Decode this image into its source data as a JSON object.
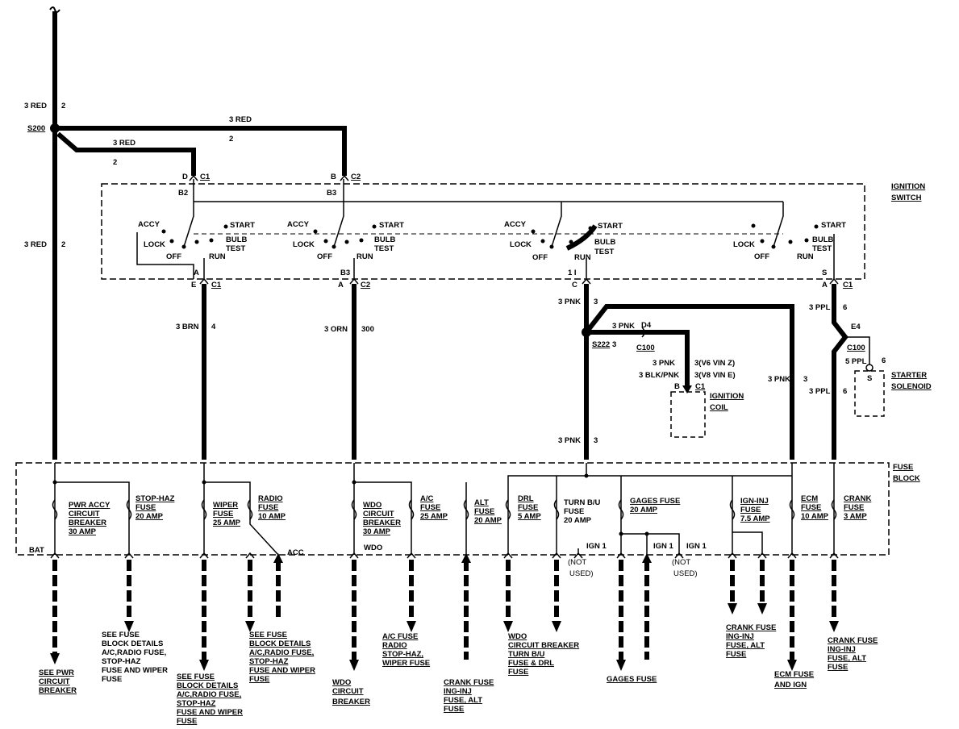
{
  "wire_labels": {
    "red_top": "3 RED",
    "red_top_num": "2",
    "s200": "S200",
    "red_h1": "3 RED",
    "red_h1_num": "2",
    "red_h2": "3 RED",
    "red_h2_num": "2",
    "red_mid": "3 RED",
    "red_mid_num": "2",
    "brn": "3 BRN",
    "brn_num": "4",
    "orn": "3 ORN",
    "orn_num": "300",
    "pnk1": "3 PNK",
    "pnk1_num": "3",
    "pnk_d4": "3 PNK",
    "d4": "D4",
    "c100a": "C100",
    "s222": "S222",
    "s222_num": "3",
    "pnk_coil": "3 PNK",
    "coil_num1": "3(V6 VIN Z)",
    "blkpnk": "3 BLK/PNK",
    "coil_num2": "3(V8 VIN E)",
    "pnk_ecm": "3 PNK",
    "pnk_ecm_num": "3",
    "pnk_low": "3 PNK",
    "pnk_low_num": "3",
    "ppl1": "3 PPL",
    "ppl1_num": "6",
    "e4": "E4",
    "c100b": "C100",
    "ppl5": "5 PPL",
    "ppl5_num": "6",
    "ppl2": "3 PPL",
    "ppl2_num": "6"
  },
  "connectors": {
    "d": "D",
    "c1a": "C1",
    "b": "B",
    "c2a": "C2",
    "b2": "B2",
    "b3": "B3",
    "a1": "A",
    "e": "E",
    "c1b": "C1",
    "b3b": "B3",
    "a2": "A",
    "c2b": "C2",
    "one_i": "1 I",
    "c": "C",
    "s": "S",
    "a3": "A",
    "c1c": "C1",
    "b_coil": "B",
    "c1_coil": "C1",
    "s_sol": "S"
  },
  "ignition_switch": {
    "title": [
      "IGNITION",
      "SWITCH"
    ],
    "accy": "ACCY",
    "lock": "LOCK",
    "off": "OFF",
    "run": "RUN",
    "start": "START",
    "bulb": "BULB",
    "test": "TEST"
  },
  "components": {
    "ignition_coil": [
      "IGNITION",
      "COIL"
    ],
    "starter_solenoid": [
      "STARTER",
      "SOLENOID"
    ],
    "fuse_block": [
      "FUSE",
      "BLOCK"
    ]
  },
  "fuses": {
    "pwr_accy": [
      "PWR ACCY",
      "CIRCUIT",
      "BREAKER",
      "30 AMP"
    ],
    "stop_haz": [
      "STOP-HAZ",
      "FUSE",
      "20 AMP"
    ],
    "wiper": [
      "WIPER",
      "FUSE",
      "25 AMP"
    ],
    "radio": [
      "RADIO",
      "FUSE",
      "10 AMP"
    ],
    "wdo": [
      "WDO",
      "CIRCUIT",
      "BREAKER",
      "30 AMP"
    ],
    "ac": [
      "A/C",
      "FUSE",
      "25 AMP"
    ],
    "alt": [
      "ALT",
      "FUSE",
      "20 AMP"
    ],
    "drl": [
      "DRL",
      "FUSE",
      "5 AMP"
    ],
    "turn": [
      "TURN B/U",
      "FUSE",
      "20 AMP"
    ],
    "gages": [
      "GAGES FUSE",
      "20 AMP"
    ],
    "ign_inj": [
      "IGN-INJ",
      "FUSE",
      "7.5 AMP"
    ],
    "ecm": [
      "ECM",
      "FUSE",
      "10 AMP"
    ],
    "crank": [
      "CRANK",
      "FUSE",
      "3 AMP"
    ]
  },
  "terminals": {
    "bat": "BAT",
    "acc": "ACC",
    "wdo": "WDO",
    "ign1a": "IGN 1",
    "ign1b": "IGN 1",
    "ign1c": "IGN 1",
    "not_used_a": [
      "(NOT",
      "USED)"
    ],
    "not_used_b": [
      "(NOT",
      "USED)"
    ]
  },
  "references": {
    "see_pwr": [
      "SEE PWR",
      "CIRCUIT",
      "BREAKER"
    ],
    "see_fuse_a": [
      "SEE FUSE",
      "BLOCK DETAILS",
      "A/C,RADIO FUSE,",
      "STOP-HAZ",
      "FUSE AND WIPER",
      "FUSE"
    ],
    "see_fuse_b": [
      "SEE FUSE",
      "BLOCK DETAILS",
      "A/C,RADIO FUSE,",
      "STOP-HAZ",
      "FUSE AND WIPER",
      "FUSE"
    ],
    "see_fuse_c": [
      "SEE FUSE",
      "BLOCK DETAILS",
      "A/C,RADIO FUSE,",
      "STOP-HAZ",
      "FUSE AND WIPER",
      "FUSE"
    ],
    "wdo_cb": [
      "WDO",
      "CIRCUIT",
      "BREAKER"
    ],
    "ac_fuse": [
      "A/C FUSE",
      "RADIO",
      "STOP-HAZ,",
      "WIPER FUSE"
    ],
    "crank_alt": [
      "CRANK FUSE",
      "ING-INJ",
      "FUSE, ALT",
      "FUSE"
    ],
    "wdo_turn": [
      "WDO",
      "CIRCUIT BREAKER",
      "TURN B/U",
      "FUSE & DRL",
      "FUSE"
    ],
    "gages": [
      "GAGES FUSE"
    ],
    "crank_ing2": [
      "CRANK FUSE",
      "ING-INJ",
      "FUSE, ALT",
      "FUSE"
    ],
    "ecm_ign": [
      "ECM FUSE",
      "AND IGN"
    ],
    "crank_ing3": [
      "CRANK FUSE",
      "ING-INJ",
      "FUSE, ALT",
      "FUSE"
    ]
  }
}
